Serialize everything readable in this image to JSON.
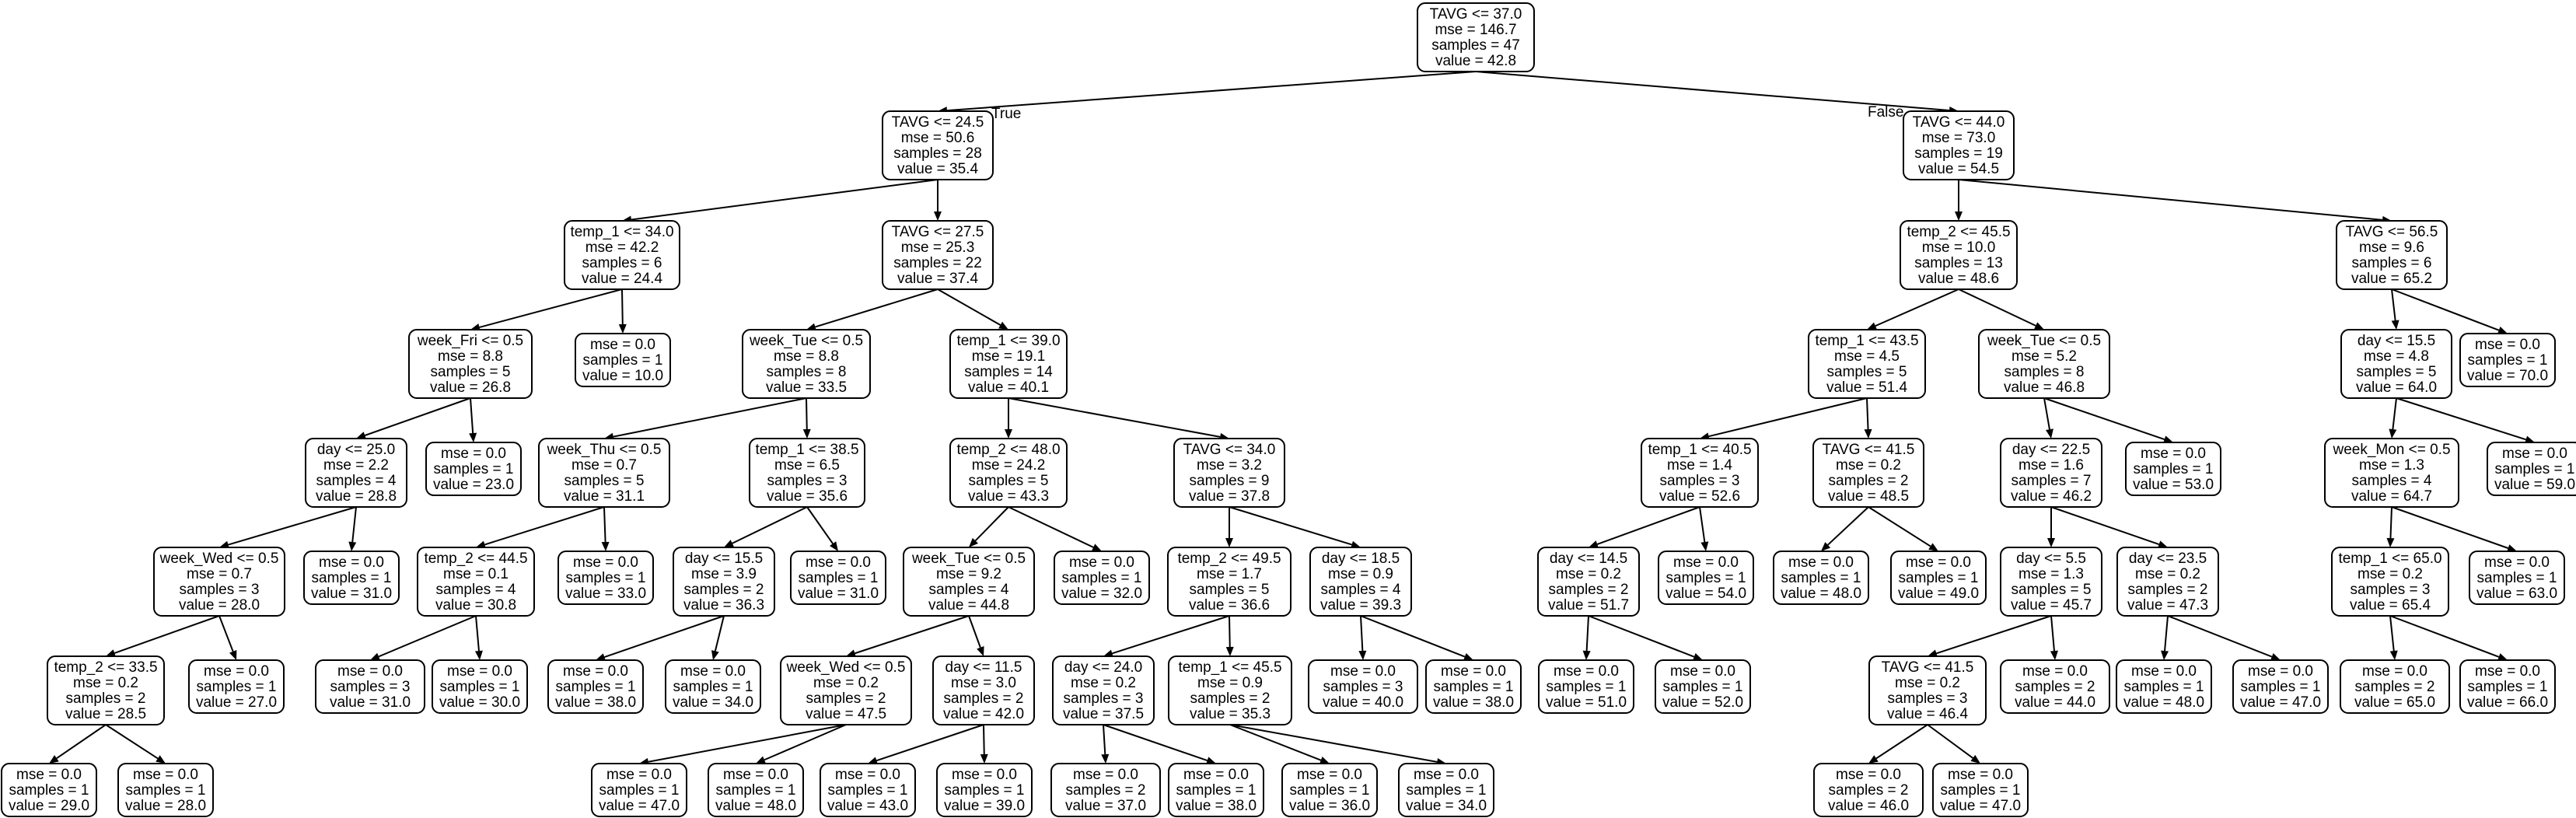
{
  "edge_labels": {
    "true_label": "True",
    "false_label": "False"
  },
  "nodes": [
    {
      "id": "n0",
      "lines": [
        "TAVG <= 37.0",
        "mse = 146.7",
        "samples = 47",
        "value = 42.8"
      ]
    },
    {
      "id": "n1",
      "lines": [
        "TAVG <= 24.5",
        "mse = 50.6",
        "samples = 28",
        "value = 35.4"
      ]
    },
    {
      "id": "n2",
      "lines": [
        "TAVG <= 44.0",
        "mse = 73.0",
        "samples = 19",
        "value = 54.5"
      ]
    },
    {
      "id": "n3",
      "lines": [
        "temp_1 <= 34.0",
        "mse = 42.2",
        "samples = 6",
        "value = 24.4"
      ]
    },
    {
      "id": "n4",
      "lines": [
        "TAVG <= 27.5",
        "mse = 25.3",
        "samples = 22",
        "value = 37.4"
      ]
    },
    {
      "id": "n5",
      "lines": [
        "temp_2 <= 45.5",
        "mse = 10.0",
        "samples = 13",
        "value = 48.6"
      ]
    },
    {
      "id": "n6",
      "lines": [
        "TAVG <= 56.5",
        "mse = 9.6",
        "samples = 6",
        "value = 65.2"
      ]
    },
    {
      "id": "n7",
      "lines": [
        "week_Fri <= 0.5",
        "mse = 8.8",
        "samples = 5",
        "value = 26.8"
      ]
    },
    {
      "id": "n8",
      "lines": [
        "mse = 0.0",
        "samples = 1",
        "value = 10.0"
      ]
    },
    {
      "id": "n9",
      "lines": [
        "week_Tue <= 0.5",
        "mse = 8.8",
        "samples = 8",
        "value = 33.5"
      ]
    },
    {
      "id": "n10",
      "lines": [
        "temp_1 <= 39.0",
        "mse = 19.1",
        "samples = 14",
        "value = 40.1"
      ]
    },
    {
      "id": "n11",
      "lines": [
        "temp_1 <= 43.5",
        "mse = 4.5",
        "samples = 5",
        "value = 51.4"
      ]
    },
    {
      "id": "n12",
      "lines": [
        "week_Tue <= 0.5",
        "mse = 5.2",
        "samples = 8",
        "value = 46.8"
      ]
    },
    {
      "id": "n13",
      "lines": [
        "day <= 15.5",
        "mse = 4.8",
        "samples = 5",
        "value = 64.0"
      ]
    },
    {
      "id": "n14",
      "lines": [
        "mse = 0.0",
        "samples = 1",
        "value = 70.0"
      ]
    },
    {
      "id": "n15",
      "lines": [
        "day <= 25.0",
        "mse = 2.2",
        "samples = 4",
        "value = 28.8"
      ]
    },
    {
      "id": "n16",
      "lines": [
        "mse = 0.0",
        "samples = 1",
        "value = 23.0"
      ]
    },
    {
      "id": "n17",
      "lines": [
        "week_Thu <= 0.5",
        "mse = 0.7",
        "samples = 5",
        "value = 31.1"
      ]
    },
    {
      "id": "n18",
      "lines": [
        "temp_1 <= 38.5",
        "mse = 6.5",
        "samples = 3",
        "value = 35.6"
      ]
    },
    {
      "id": "n19",
      "lines": [
        "temp_2 <= 48.0",
        "mse = 24.2",
        "samples = 5",
        "value = 43.3"
      ]
    },
    {
      "id": "n20",
      "lines": [
        "TAVG <= 34.0",
        "mse = 3.2",
        "samples = 9",
        "value = 37.8"
      ]
    },
    {
      "id": "n21",
      "lines": [
        "temp_1 <= 40.5",
        "mse = 1.4",
        "samples = 3",
        "value = 52.6"
      ]
    },
    {
      "id": "n22",
      "lines": [
        "TAVG <= 41.5",
        "mse = 0.2",
        "samples = 2",
        "value = 48.5"
      ]
    },
    {
      "id": "n23",
      "lines": [
        "day <= 22.5",
        "mse = 1.6",
        "samples = 7",
        "value = 46.2"
      ]
    },
    {
      "id": "n24",
      "lines": [
        "mse = 0.0",
        "samples = 1",
        "value = 53.0"
      ]
    },
    {
      "id": "n25",
      "lines": [
        "week_Mon <= 0.5",
        "mse = 1.3",
        "samples = 4",
        "value = 64.7"
      ]
    },
    {
      "id": "n26",
      "lines": [
        "mse = 0.0",
        "samples = 1",
        "value = 59.0"
      ]
    },
    {
      "id": "n27",
      "lines": [
        "week_Wed <= 0.5",
        "mse = 0.7",
        "samples = 3",
        "value = 28.0"
      ]
    },
    {
      "id": "n28",
      "lines": [
        "mse = 0.0",
        "samples = 1",
        "value = 31.0"
      ]
    },
    {
      "id": "n29",
      "lines": [
        "temp_2 <= 44.5",
        "mse = 0.1",
        "samples = 4",
        "value = 30.8"
      ]
    },
    {
      "id": "n30",
      "lines": [
        "mse = 0.0",
        "samples = 1",
        "value = 33.0"
      ]
    },
    {
      "id": "n31",
      "lines": [
        "day <= 15.5",
        "mse = 3.9",
        "samples = 2",
        "value = 36.3"
      ]
    },
    {
      "id": "n32",
      "lines": [
        "mse = 0.0",
        "samples = 1",
        "value = 31.0"
      ]
    },
    {
      "id": "n33",
      "lines": [
        "week_Tue <= 0.5",
        "mse = 9.2",
        "samples = 4",
        "value = 44.8"
      ]
    },
    {
      "id": "n34",
      "lines": [
        "mse = 0.0",
        "samples = 1",
        "value = 32.0"
      ]
    },
    {
      "id": "n35",
      "lines": [
        "temp_2 <= 49.5",
        "mse = 1.7",
        "samples = 5",
        "value = 36.6"
      ]
    },
    {
      "id": "n36",
      "lines": [
        "day <= 18.5",
        "mse = 0.9",
        "samples = 4",
        "value = 39.3"
      ]
    },
    {
      "id": "n37",
      "lines": [
        "day <= 14.5",
        "mse = 0.2",
        "samples = 2",
        "value = 51.7"
      ]
    },
    {
      "id": "n38",
      "lines": [
        "mse = 0.0",
        "samples = 1",
        "value = 54.0"
      ]
    },
    {
      "id": "n39",
      "lines": [
        "mse = 0.0",
        "samples = 1",
        "value = 48.0"
      ]
    },
    {
      "id": "n40",
      "lines": [
        "mse = 0.0",
        "samples = 1",
        "value = 49.0"
      ]
    },
    {
      "id": "n41",
      "lines": [
        "day <= 5.5",
        "mse = 1.3",
        "samples = 5",
        "value = 45.7"
      ]
    },
    {
      "id": "n42",
      "lines": [
        "day <= 23.5",
        "mse = 0.2",
        "samples = 2",
        "value = 47.3"
      ]
    },
    {
      "id": "n43",
      "lines": [
        "temp_1 <= 65.0",
        "mse = 0.2",
        "samples = 3",
        "value = 65.4"
      ]
    },
    {
      "id": "n44",
      "lines": [
        "mse = 0.0",
        "samples = 1",
        "value = 63.0"
      ]
    },
    {
      "id": "n45",
      "lines": [
        "temp_2 <= 33.5",
        "mse = 0.2",
        "samples = 2",
        "value = 28.5"
      ]
    },
    {
      "id": "n46",
      "lines": [
        "mse = 0.0",
        "samples = 1",
        "value = 27.0"
      ]
    },
    {
      "id": "n47",
      "lines": [
        "mse = 0.0",
        "samples = 3",
        "value = 31.0"
      ]
    },
    {
      "id": "n48",
      "lines": [
        "mse = 0.0",
        "samples = 1",
        "value = 30.0"
      ]
    },
    {
      "id": "n49",
      "lines": [
        "mse = 0.0",
        "samples = 1",
        "value = 38.0"
      ]
    },
    {
      "id": "n50",
      "lines": [
        "mse = 0.0",
        "samples = 1",
        "value = 34.0"
      ]
    },
    {
      "id": "n51",
      "lines": [
        "week_Wed <= 0.5",
        "mse = 0.2",
        "samples = 2",
        "value = 47.5"
      ]
    },
    {
      "id": "n52",
      "lines": [
        "day <= 11.5",
        "mse = 3.0",
        "samples = 2",
        "value = 42.0"
      ]
    },
    {
      "id": "n53",
      "lines": [
        "day <= 24.0",
        "mse = 0.2",
        "samples = 3",
        "value = 37.5"
      ]
    },
    {
      "id": "n54",
      "lines": [
        "temp_1 <= 45.5",
        "mse = 0.9",
        "samples = 2",
        "value = 35.3"
      ]
    },
    {
      "id": "n55",
      "lines": [
        "mse = 0.0",
        "samples = 3",
        "value = 40.0"
      ]
    },
    {
      "id": "n56",
      "lines": [
        "mse = 0.0",
        "samples = 1",
        "value = 38.0"
      ]
    },
    {
      "id": "n57",
      "lines": [
        "mse = 0.0",
        "samples = 1",
        "value = 51.0"
      ]
    },
    {
      "id": "n58",
      "lines": [
        "mse = 0.0",
        "samples = 1",
        "value = 52.0"
      ]
    },
    {
      "id": "n59",
      "lines": [
        "TAVG <= 41.5",
        "mse = 0.2",
        "samples = 3",
        "value = 46.4"
      ]
    },
    {
      "id": "n60",
      "lines": [
        "mse = 0.0",
        "samples = 2",
        "value = 44.0"
      ]
    },
    {
      "id": "n61",
      "lines": [
        "mse = 0.0",
        "samples = 1",
        "value = 48.0"
      ]
    },
    {
      "id": "n62",
      "lines": [
        "mse = 0.0",
        "samples = 1",
        "value = 47.0"
      ]
    },
    {
      "id": "n63",
      "lines": [
        "mse = 0.0",
        "samples = 2",
        "value = 65.0"
      ]
    },
    {
      "id": "n64",
      "lines": [
        "mse = 0.0",
        "samples = 1",
        "value = 66.0"
      ]
    },
    {
      "id": "n65",
      "lines": [
        "mse = 0.0",
        "samples = 1",
        "value = 29.0"
      ]
    },
    {
      "id": "n66",
      "lines": [
        "mse = 0.0",
        "samples = 1",
        "value = 28.0"
      ]
    },
    {
      "id": "n67",
      "lines": [
        "mse = 0.0",
        "samples = 1",
        "value = 47.0"
      ]
    },
    {
      "id": "n68",
      "lines": [
        "mse = 0.0",
        "samples = 1",
        "value = 48.0"
      ]
    },
    {
      "id": "n69",
      "lines": [
        "mse = 0.0",
        "samples = 1",
        "value = 43.0"
      ]
    },
    {
      "id": "n70",
      "lines": [
        "mse = 0.0",
        "samples = 1",
        "value = 39.0"
      ]
    },
    {
      "id": "n71",
      "lines": [
        "mse = 0.0",
        "samples = 2",
        "value = 37.0"
      ]
    },
    {
      "id": "n72",
      "lines": [
        "mse = 0.0",
        "samples = 1",
        "value = 38.0"
      ]
    },
    {
      "id": "n73",
      "lines": [
        "mse = 0.0",
        "samples = 1",
        "value = 36.0"
      ]
    },
    {
      "id": "n74",
      "lines": [
        "mse = 0.0",
        "samples = 1",
        "value = 34.0"
      ]
    },
    {
      "id": "n75",
      "lines": [
        "mse = 0.0",
        "samples = 2",
        "value = 46.0"
      ]
    },
    {
      "id": "n76",
      "lines": [
        "mse = 0.0",
        "samples = 1",
        "value = 47.0"
      ]
    }
  ],
  "edges": [
    [
      "n0",
      "n1"
    ],
    [
      "n0",
      "n2"
    ],
    [
      "n1",
      "n3"
    ],
    [
      "n1",
      "n4"
    ],
    [
      "n2",
      "n5"
    ],
    [
      "n2",
      "n6"
    ],
    [
      "n3",
      "n7"
    ],
    [
      "n3",
      "n8"
    ],
    [
      "n4",
      "n9"
    ],
    [
      "n4",
      "n10"
    ],
    [
      "n5",
      "n11"
    ],
    [
      "n5",
      "n12"
    ],
    [
      "n6",
      "n13"
    ],
    [
      "n6",
      "n14"
    ],
    [
      "n7",
      "n15"
    ],
    [
      "n7",
      "n16"
    ],
    [
      "n9",
      "n17"
    ],
    [
      "n9",
      "n18"
    ],
    [
      "n10",
      "n19"
    ],
    [
      "n10",
      "n20"
    ],
    [
      "n11",
      "n21"
    ],
    [
      "n11",
      "n22"
    ],
    [
      "n12",
      "n23"
    ],
    [
      "n12",
      "n24"
    ],
    [
      "n13",
      "n25"
    ],
    [
      "n13",
      "n26"
    ],
    [
      "n15",
      "n27"
    ],
    [
      "n15",
      "n28"
    ],
    [
      "n17",
      "n29"
    ],
    [
      "n17",
      "n30"
    ],
    [
      "n18",
      "n31"
    ],
    [
      "n18",
      "n32"
    ],
    [
      "n19",
      "n33"
    ],
    [
      "n19",
      "n34"
    ],
    [
      "n20",
      "n35"
    ],
    [
      "n20",
      "n36"
    ],
    [
      "n21",
      "n37"
    ],
    [
      "n21",
      "n38"
    ],
    [
      "n22",
      "n39"
    ],
    [
      "n22",
      "n40"
    ],
    [
      "n23",
      "n41"
    ],
    [
      "n23",
      "n42"
    ],
    [
      "n25",
      "n43"
    ],
    [
      "n25",
      "n44"
    ],
    [
      "n27",
      "n45"
    ],
    [
      "n27",
      "n46"
    ],
    [
      "n29",
      "n47"
    ],
    [
      "n29",
      "n48"
    ],
    [
      "n31",
      "n49"
    ],
    [
      "n31",
      "n50"
    ],
    [
      "n33",
      "n51"
    ],
    [
      "n33",
      "n52"
    ],
    [
      "n35",
      "n53"
    ],
    [
      "n35",
      "n54"
    ],
    [
      "n36",
      "n55"
    ],
    [
      "n36",
      "n56"
    ],
    [
      "n37",
      "n57"
    ],
    [
      "n37",
      "n58"
    ],
    [
      "n41",
      "n59"
    ],
    [
      "n41",
      "n60"
    ],
    [
      "n42",
      "n61"
    ],
    [
      "n42",
      "n62"
    ],
    [
      "n43",
      "n63"
    ],
    [
      "n43",
      "n64"
    ],
    [
      "n45",
      "n65"
    ],
    [
      "n45",
      "n66"
    ],
    [
      "n51",
      "n67"
    ],
    [
      "n51",
      "n68"
    ],
    [
      "n52",
      "n69"
    ],
    [
      "n52",
      "n70"
    ],
    [
      "n53",
      "n71"
    ],
    [
      "n53",
      "n72"
    ],
    [
      "n54",
      "n73"
    ],
    [
      "n54",
      "n74"
    ],
    [
      "n59",
      "n75"
    ],
    [
      "n59",
      "n76"
    ]
  ]
}
